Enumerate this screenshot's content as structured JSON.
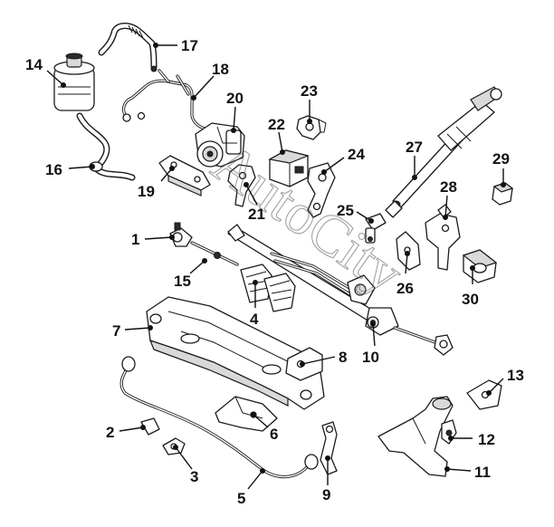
{
  "watermark": "AutoCity",
  "callouts": [
    {
      "id": "c1",
      "text": "1"
    },
    {
      "id": "c2",
      "text": "2"
    },
    {
      "id": "c3",
      "text": "3"
    },
    {
      "id": "c4",
      "text": "4"
    },
    {
      "id": "c5",
      "text": "5"
    },
    {
      "id": "c6",
      "text": "6"
    },
    {
      "id": "c7",
      "text": "7"
    },
    {
      "id": "c8",
      "text": "8"
    },
    {
      "id": "c9",
      "text": "9"
    },
    {
      "id": "c10",
      "text": "10"
    },
    {
      "id": "c11",
      "text": "11"
    },
    {
      "id": "c12",
      "text": "12"
    },
    {
      "id": "c13",
      "text": "13"
    },
    {
      "id": "c14",
      "text": "14"
    },
    {
      "id": "c15",
      "text": "15"
    },
    {
      "id": "c16",
      "text": "16"
    },
    {
      "id": "c17",
      "text": "17"
    },
    {
      "id": "c18",
      "text": "18"
    },
    {
      "id": "c19",
      "text": "19"
    },
    {
      "id": "c20",
      "text": "20"
    },
    {
      "id": "c21",
      "text": "21"
    },
    {
      "id": "c22",
      "text": "22"
    },
    {
      "id": "c23",
      "text": "23"
    },
    {
      "id": "c24",
      "text": "24"
    },
    {
      "id": "c25",
      "text": "25"
    },
    {
      "id": "c26",
      "text": "26"
    },
    {
      "id": "c27",
      "text": "27"
    },
    {
      "id": "c28",
      "text": "28"
    },
    {
      "id": "c29",
      "text": "29"
    },
    {
      "id": "c30",
      "text": "30"
    }
  ]
}
